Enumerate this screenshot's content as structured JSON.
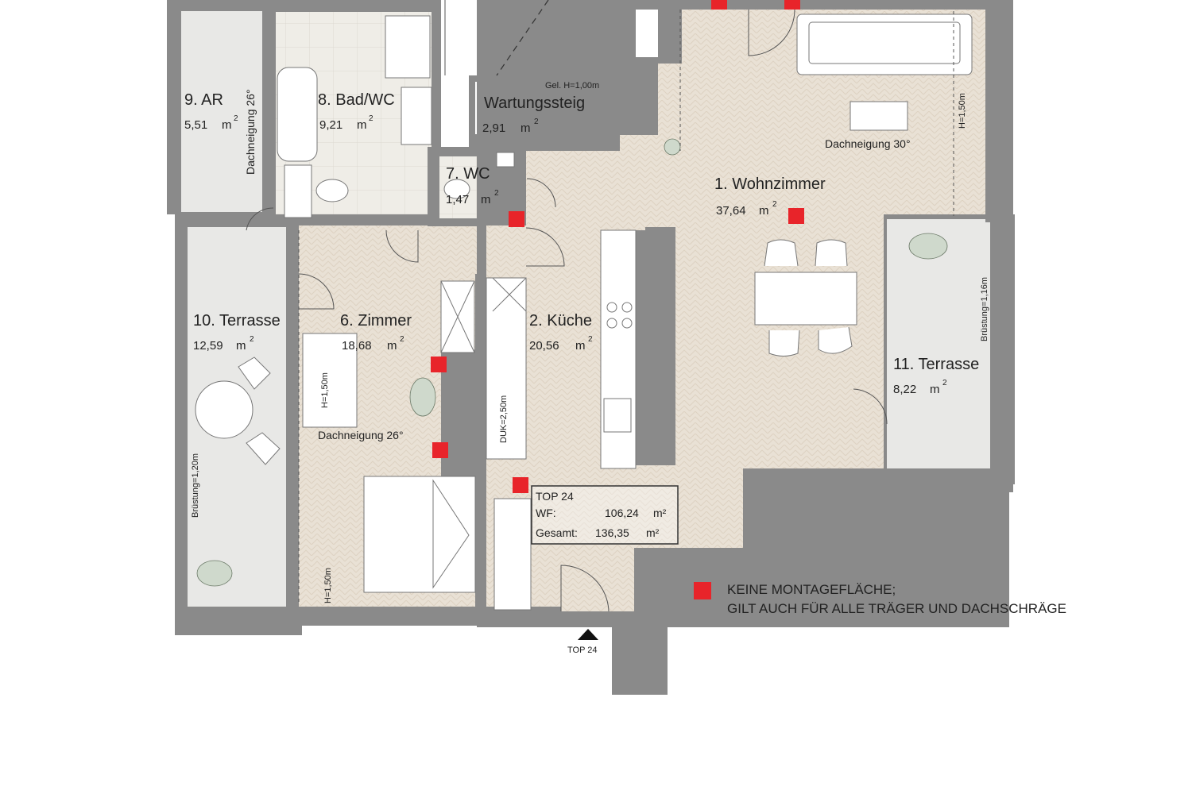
{
  "rooms": [
    {
      "id": "wohnzimmer",
      "name": "1. Wohnzimmer",
      "area": "37,64",
      "unit": "m"
    },
    {
      "id": "kueche",
      "name": "2. Küche",
      "area": "20,56",
      "unit": "m"
    },
    {
      "id": "zimmer",
      "name": "6. Zimmer",
      "area": "18,68",
      "unit": "m"
    },
    {
      "id": "wc",
      "name": "7. WC",
      "area": "1,47",
      "unit": "m"
    },
    {
      "id": "bad",
      "name": "8. Bad/WC",
      "area": "9,21",
      "unit": "m"
    },
    {
      "id": "ar",
      "name": "9. AR",
      "area": "5,51",
      "unit": "m"
    },
    {
      "id": "terrasse10",
      "name": "10. Terrasse",
      "area": "12,59",
      "unit": "m"
    },
    {
      "id": "terrasse11",
      "name": "11. Terrasse",
      "area": "8,22",
      "unit": "m"
    },
    {
      "id": "wartung",
      "name": "Wartungssteig",
      "area": "2,91",
      "unit": "m"
    }
  ],
  "superscript": "2",
  "annotations": {
    "gel": "Gel. H=1,00m",
    "dach30": "Dachneigung 30°",
    "dach26_ar": "Dachneigung 26°",
    "dach26_zimmer": "Dachneigung 26°",
    "h150_wohn": "H=1,50m",
    "h150_zimmer": "H=1,50m",
    "h150_zimmer_bottom": "H=1,50m",
    "duk": "DUK=2,50m",
    "bruestung120": "Brüstung=1,20m",
    "bruestung116": "Brüstung=1,16m"
  },
  "summary": {
    "title": "TOP 24",
    "wf_label": "WF:",
    "wf_value": "106,24",
    "wf_unit": "m²",
    "gesamt_label": "Gesamt:",
    "gesamt_value": "136,35",
    "gesamt_unit": "m²"
  },
  "entrance_label": "TOP 24",
  "legend": {
    "line1": "KEINE MONTAGEFLÄCHE;",
    "line2": "GILT AUCH FÜR ALLE TRÄGER UND DACHSCHRÄGE",
    "color": "#e8242a"
  },
  "colors": {
    "wall": "#8a8a8a",
    "floor_wood": "#e9e1d5",
    "floor_tile": "#eeece6",
    "terrace": "#e7e7e6",
    "marker": "#e8242a"
  }
}
